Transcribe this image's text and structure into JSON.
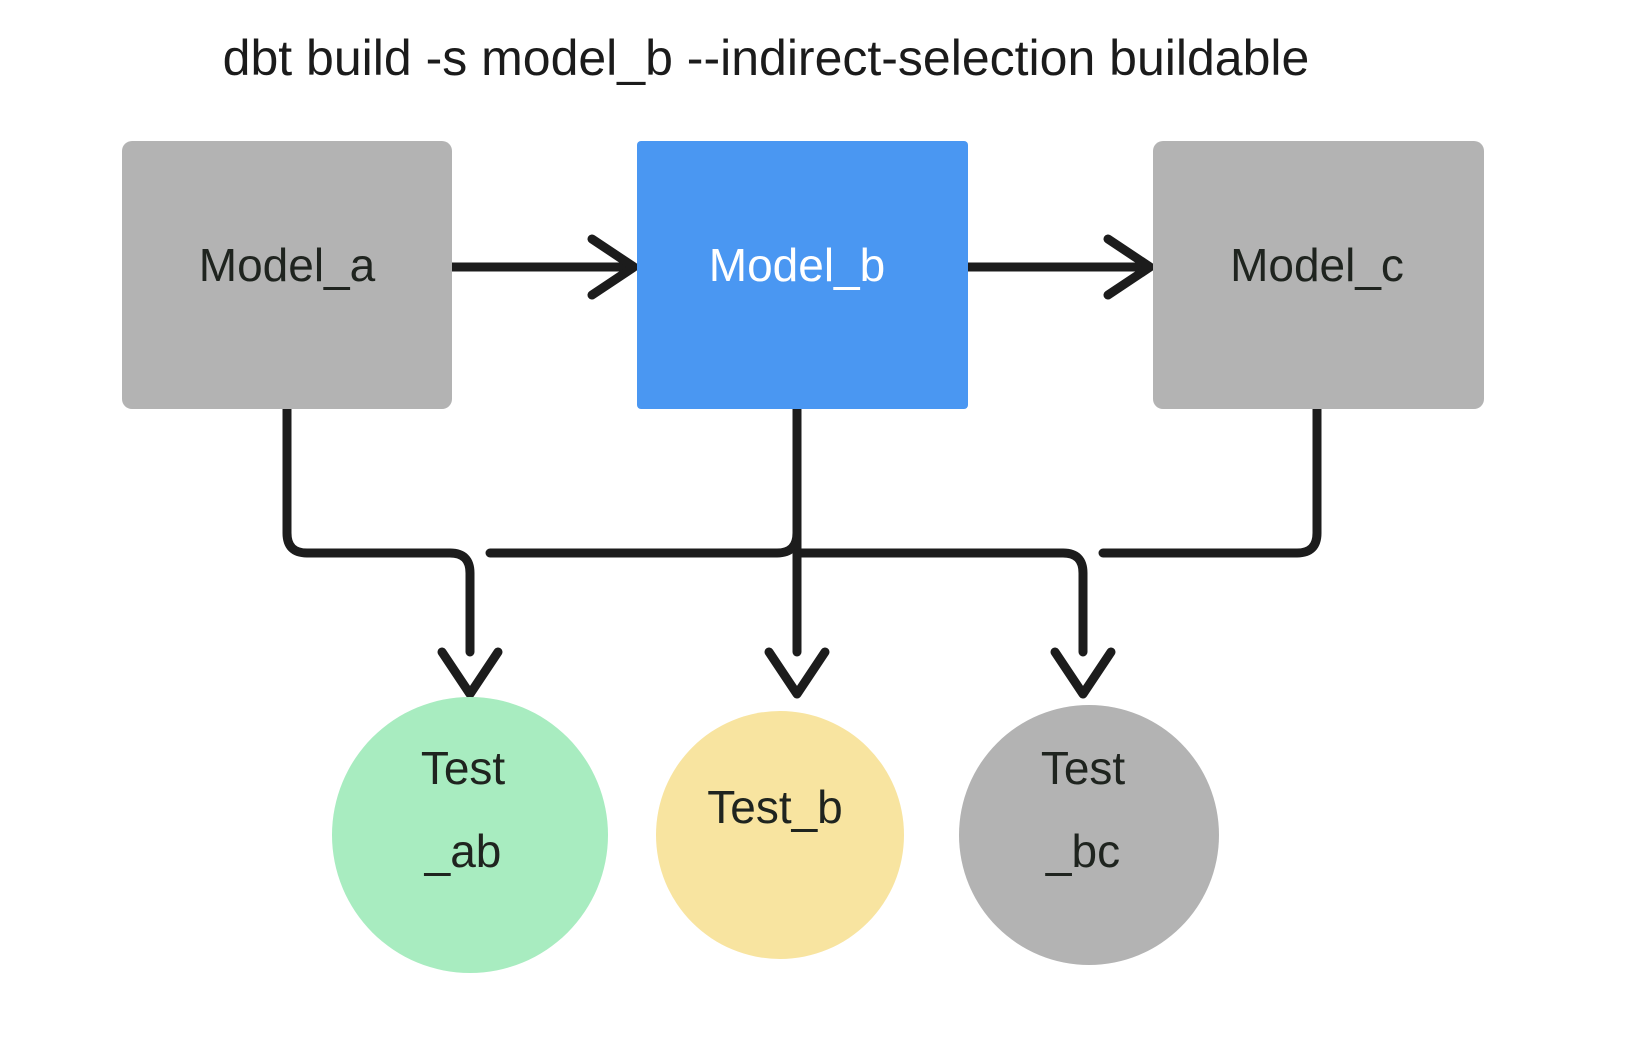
{
  "title": "dbt build -s model_b --indirect-selection buildable",
  "colors": {
    "background": "#ffffff",
    "gray_node": "#b3b3b3",
    "selected_node": "#4a97f2",
    "green_test": "#a8ecc0",
    "yellow_test": "#f8e4a0",
    "gray_test": "#b3b3b3",
    "edge": "#1c1c1c",
    "text_dark": "#1f241f",
    "text_light": "#ffffff",
    "title_text": "#1b1b1b"
  },
  "models": [
    {
      "id": "model_a",
      "label": "Model_a",
      "state": "unselected",
      "fill": "#b3b3b3",
      "text_color": "#1f241f"
    },
    {
      "id": "model_b",
      "label": "Model_b",
      "state": "selected",
      "fill": "#4a97f2",
      "text_color": "#ffffff"
    },
    {
      "id": "model_c",
      "label": "Model_c",
      "state": "unselected",
      "fill": "#b3b3b3",
      "text_color": "#1f241f"
    }
  ],
  "tests": [
    {
      "id": "test_ab",
      "label_line1": "Test",
      "label_line2": "_ab",
      "full_label": "Test_ab",
      "state": "buildable",
      "fill": "#a8ecc0",
      "text_color": "#1f241f"
    },
    {
      "id": "test_b",
      "label_line1": "Test_b",
      "label_line2": "",
      "full_label": "Test_b",
      "state": "selected",
      "fill": "#f8e4a0",
      "text_color": "#1f241f"
    },
    {
      "id": "test_bc",
      "label_line1": "Test",
      "label_line2": "_bc",
      "full_label": "Test_bc",
      "state": "skipped",
      "fill": "#b3b3b3",
      "text_color": "#1f241f"
    }
  ],
  "edges": [
    {
      "id": "edge-model-a-to-model-b",
      "from": "model_a",
      "to": "model_b",
      "kind": "horizontal-arrow"
    },
    {
      "id": "edge-model-b-to-model-c",
      "from": "model_b",
      "to": "model_c",
      "kind": "horizontal-arrow"
    },
    {
      "id": "edge-model-a-to-test-ab",
      "from": "model_a",
      "to": "test_ab",
      "kind": "elbow-arrow"
    },
    {
      "id": "edge-model-b-to-test-ab",
      "from": "model_b",
      "to": "test_ab",
      "kind": "elbow-arrow"
    },
    {
      "id": "edge-model-b-to-test-b",
      "from": "model_b",
      "to": "test_b",
      "kind": "straight-arrow"
    },
    {
      "id": "edge-model-b-to-test-bc",
      "from": "model_b",
      "to": "test_bc",
      "kind": "elbow-arrow"
    },
    {
      "id": "edge-model-c-to-test-bc",
      "from": "model_c",
      "to": "test_bc",
      "kind": "elbow-arrow"
    }
  ]
}
